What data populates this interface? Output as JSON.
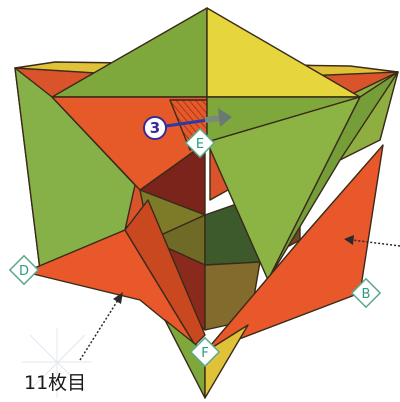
{
  "markers": {
    "step": "3"
  },
  "labels": {
    "e": "E",
    "d": "D",
    "b": "B",
    "f": "F"
  },
  "caption": "11枚目",
  "colors": {
    "orange": "#e65a2a",
    "green": "#7fa83c",
    "yellow": "#e6d53c",
    "arrow_blue": "#2a3aa8",
    "label_teal": "#2e9a7e"
  }
}
